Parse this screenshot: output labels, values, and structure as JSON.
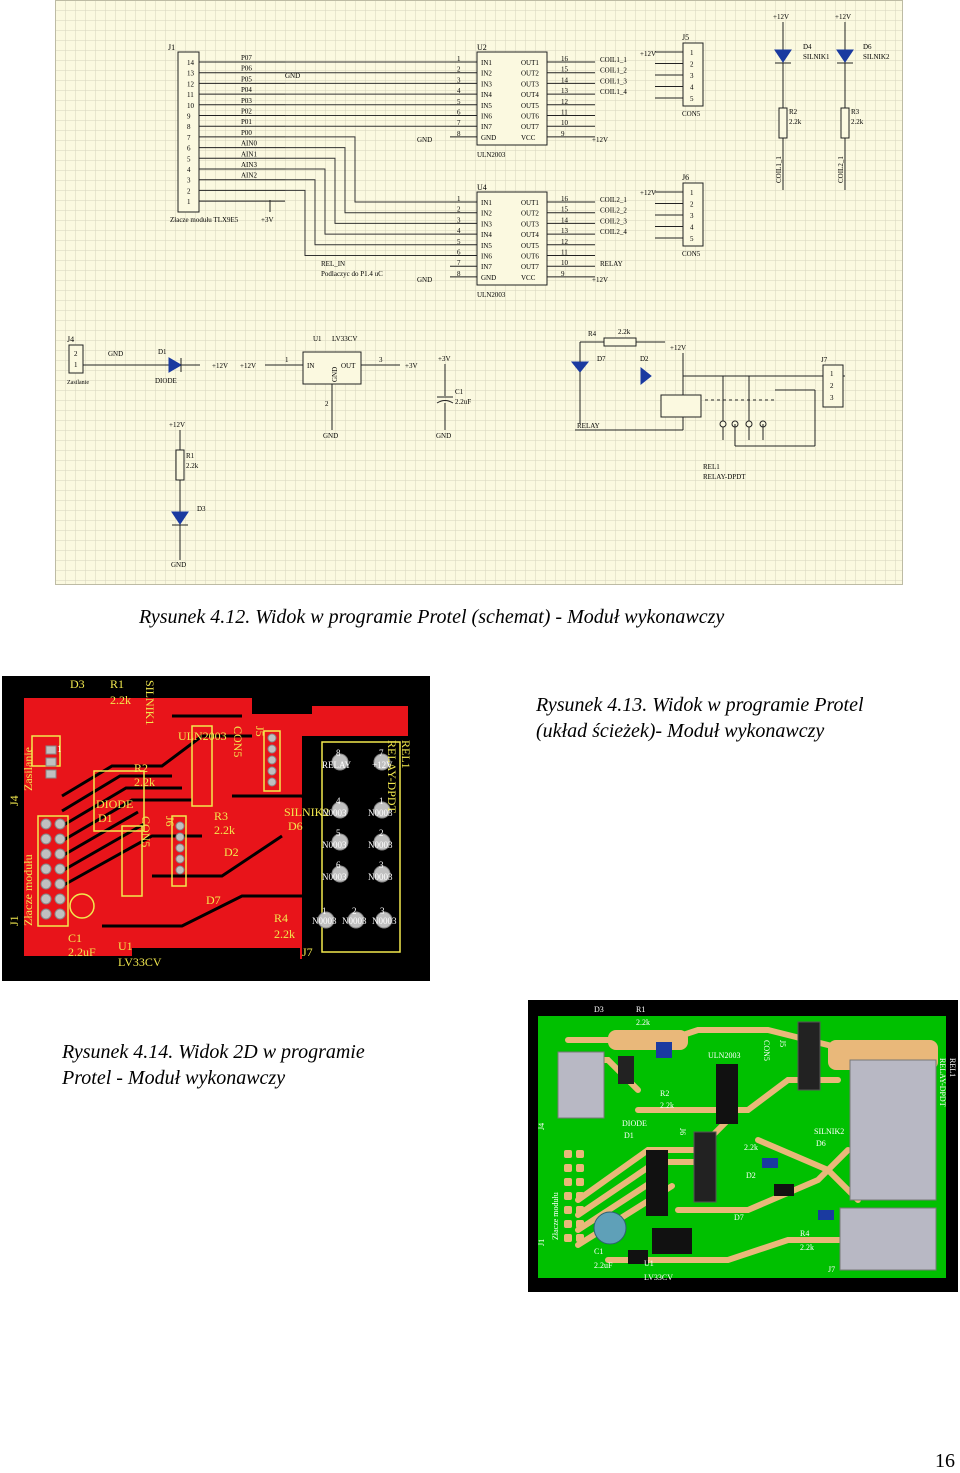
{
  "figure1": {
    "caption": "Rysunek 4.12. Widok w programie Protel (schemat) - Moduł wykonawczy",
    "labels": {
      "J1": "J1",
      "U2": "U2",
      "U4": "U4",
      "J5": "J5",
      "J6": "J6",
      "J1_pins": [
        "14",
        "13",
        "12",
        "11",
        "10",
        "9",
        "8",
        "7",
        "6",
        "5",
        "4",
        "3",
        "2",
        "1"
      ],
      "J1_nets": [
        "P07",
        "P06",
        "P05",
        "P04",
        "P03",
        "P02",
        "P01",
        "P00",
        "AIN0",
        "AIN1",
        "AIN3",
        "AIN2"
      ],
      "J1_caption": "Złacze modułu TLX9E5",
      "gnd": "GND",
      "plus3v": "+3V",
      "plus12v": "+12V",
      "uln_in": [
        "IN1",
        "IN2",
        "IN3",
        "IN4",
        "IN5",
        "IN6",
        "IN7",
        "GND"
      ],
      "uln_out": [
        "OUT1",
        "OUT2",
        "OUT3",
        "OUT4",
        "OUT5",
        "OUT6",
        "OUT7",
        "VCC"
      ],
      "uln_lpins": [
        "1",
        "2",
        "3",
        "4",
        "5",
        "6",
        "7",
        "8"
      ],
      "uln_rpins": [
        "16",
        "15",
        "14",
        "13",
        "12",
        "11",
        "10",
        "9"
      ],
      "uln_name": "ULN2003",
      "coil1": [
        "COIL1_1",
        "COIL1_2",
        "COIL1_3",
        "COIL1_4"
      ],
      "coil2": [
        "COIL2_1",
        "COIL2_2",
        "COIL2_3",
        "COIL2_4"
      ],
      "relay": "RELAY",
      "con_pins": [
        "1",
        "2",
        "3",
        "4",
        "5"
      ],
      "con5": "CON5",
      "D4": "D4",
      "D6": "D6",
      "silnik1": "SILNIK1",
      "silnik2": "SILNIK2",
      "R2": "R2",
      "R3": "R3",
      "r22k": "2.2k",
      "coil1_1": "COIL1_1",
      "coil2_1": "COIL2_1",
      "rel_in": "REL_IN",
      "podlaczyc": "Podlaczyc do P1.4 uC",
      "J4": "J4",
      "zasilanie": "Zasilanie",
      "D1": "D1",
      "diode": "DIODE",
      "U1": "U1",
      "lv33cv": "LV33CV",
      "in": "IN",
      "out": "OUT",
      "gnd_pin": "GND",
      "C1": "C1",
      "c1val": "2.2uF",
      "R1": "R1",
      "D3": "D3",
      "R4": "R4",
      "D7": "D7",
      "D2": "D2",
      "J7": "J7",
      "rel1": "REL1",
      "relay_dpdt": "RELAY-DPDT",
      "j7_pins": [
        "1",
        "2",
        "3"
      ],
      "j4_pins": [
        "2",
        "1"
      ],
      "u1_pins": [
        "1",
        "3",
        "2"
      ]
    }
  },
  "figure2": {
    "caption_line1": "Rysunek 4.13. Widok w programie Protel",
    "caption_line2": "(układ ścieżek)- Moduł wykonawczy",
    "labels": {
      "D3": "D3",
      "R1": "R1",
      "r1v": "2.2k",
      "silnik1": "SILNIK1",
      "uln": "ULN2003",
      "j5": "J5",
      "con5": "CON5",
      "j4": "J4",
      "zasilanie": "Zasilanie",
      "zlacze": "Złacze modułu",
      "diode": "DIODE",
      "d1": "D1",
      "r2": "R2",
      "r2v": "2.2k",
      "j6": "J6",
      "con5b": "CON5",
      "r3": "R3",
      "r3v": "2.2k",
      "silnik2": "SILNIK2",
      "d6": "D6",
      "d2": "D2",
      "d7": "D7",
      "r4": "R4",
      "r4v": "2.2k",
      "j1": "J1",
      "c1": "C1",
      "c1v": "2.2uF",
      "u1": "U1",
      "lv33cv": "LV33CV",
      "j7": "J7",
      "rel1": "REL1",
      "relay_dpdt": "RELAY-DPDT",
      "pad8": "8",
      "pad7": "7",
      "relay": "RELAY",
      "plus12v": "+12V",
      "pad4": "4",
      "pad1": "1",
      "pad5": "5",
      "pad2": "2",
      "pad6": "6",
      "pad3": "3",
      "net": "N0003",
      "pad1b": "1",
      "pad2b": "2",
      "pad3b": "3",
      "pin1": "1"
    }
  },
  "figure3": {
    "caption_line1": "Rysunek 4.14. Widok 2D w programie",
    "caption_line2": "Protel - Moduł wykonawczy",
    "labels": {
      "d3": "D3",
      "r1": "R1",
      "r1v": "2.2k",
      "uln": "ULN2003",
      "con5": "CON5",
      "j5": "J5",
      "rel1": "REL1",
      "relay_dpdt": "RELAY-DPDT",
      "j4": "J4",
      "diode": "DIODE",
      "d1": "D1",
      "r2": "R2",
      "r2v": "2.2k",
      "j6": "J6",
      "silnik2": "SILNIK2",
      "d6": "D6",
      "r3v": "2.2k",
      "d7": "D7",
      "r4": "R4",
      "r4v": "2.2k",
      "j1": "J1",
      "c1": "C1",
      "c1v": "2.2uF",
      "u1": "U1",
      "lv33cv": "LV33CV",
      "j7": "J7",
      "d2": "D2",
      "zlacze": "Złacze modułu"
    }
  },
  "page_number": "16",
  "colors": {
    "schematic_bg": "#fbf9e0",
    "schematic_grid": "#d9d7c0",
    "pcb_bg": "#000000",
    "copper_red": "#e8141a",
    "silk_yellow": "#f2e94e",
    "pcb3d_bg": "#00c000",
    "pad_orange": "#e9b87a"
  }
}
